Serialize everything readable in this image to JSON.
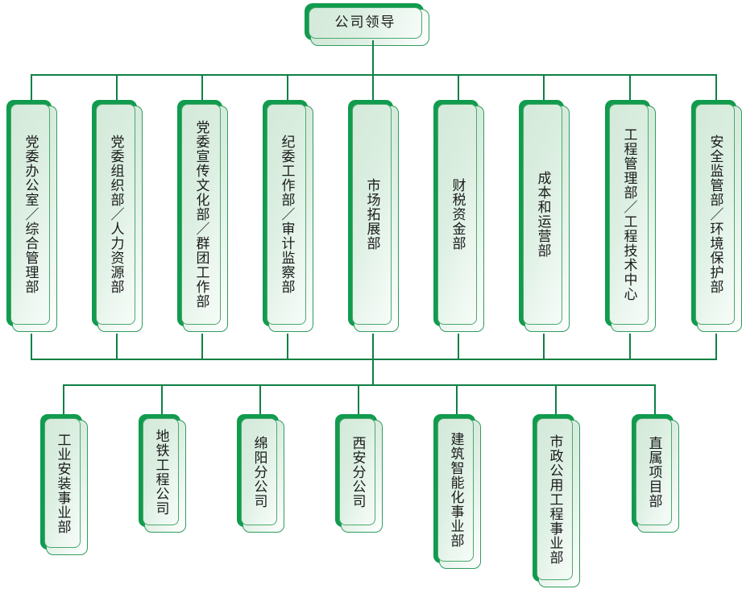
{
  "chart_title": "",
  "theme": {
    "accent_dark": "#119B4E",
    "accent_line": "#0e8044",
    "body_light": "#d9ecdf",
    "border": "#49a96d",
    "text": "#1a1a1a",
    "background": "#ffffff"
  },
  "root": {
    "label": "公司领导"
  },
  "level2": {
    "nodes": [
      {
        "label": "党委办公室／综合管理部"
      },
      {
        "label": "党委组织部／人力资源部"
      },
      {
        "label": "党委宣传文化部／群团工作部"
      },
      {
        "label": "纪委工作部／审计监察部"
      },
      {
        "label": "市场拓展部"
      },
      {
        "label": "财税资金部"
      },
      {
        "label": "成本和运营部"
      },
      {
        "label": "工程管理部／工程技术中心"
      },
      {
        "label": "安全监管部／环境保护部"
      }
    ]
  },
  "level3": {
    "nodes": [
      {
        "label": "工业安装事业部"
      },
      {
        "label": "地铁工程公司"
      },
      {
        "label": "绵阳分公司"
      },
      {
        "label": "西安分公司"
      },
      {
        "label": "建筑智能化事业部"
      },
      {
        "label": "市政公用工程事业部"
      },
      {
        "label": "直属项目部"
      }
    ]
  }
}
